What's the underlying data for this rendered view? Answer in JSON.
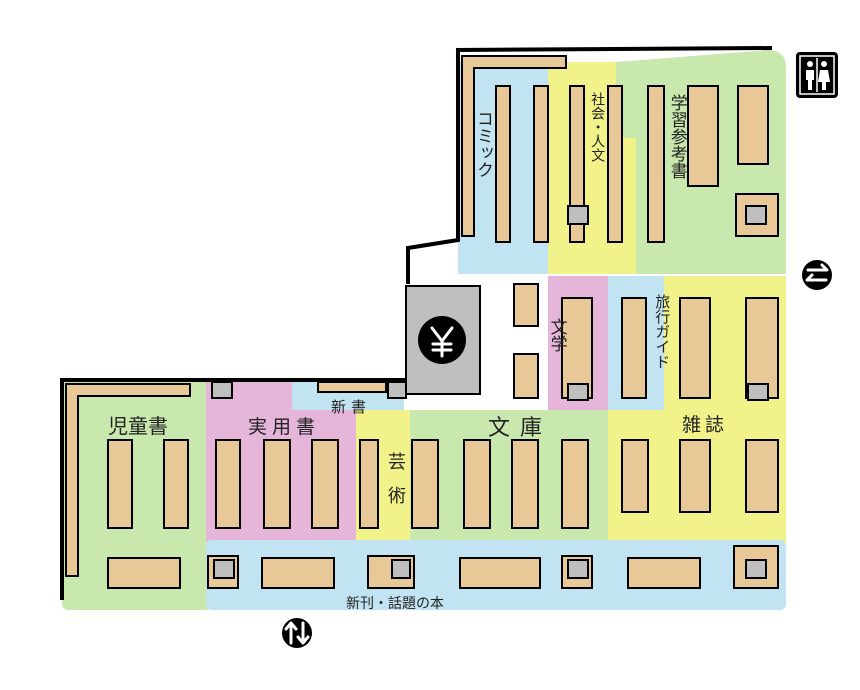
{
  "sections": {
    "comic": "コミック",
    "social_humanities": "社会・人文",
    "study_reference": "学習参考書",
    "literature": "文学",
    "travel_guide": "旅行ガイド",
    "children_books": "児童書",
    "practical_books": "実用書",
    "shinsho": "新書",
    "bunko": "文庫",
    "arts": "芸術",
    "magazines": "雑誌",
    "new_releases": "新刊・話題の本"
  },
  "icons": {
    "cashier": "yen-icon",
    "restroom": "restroom-icon",
    "transfer": "transfer-arrows-icon",
    "escalator": "up-down-arrows-icon"
  },
  "colors": {
    "comic": "#c2e4f2",
    "social_humanities": "#f2f28a",
    "study_reference": "#c9e8ad",
    "literature": "#e6b6da",
    "travel_guide": "#c2e4f2",
    "children_books": "#c9e8ad",
    "practical_books": "#e6b6da",
    "shinsho": "#c2e4f2",
    "bunko": "#c9e8ad",
    "arts": "#f2f28a",
    "magazines": "#f2f28a",
    "new_releases": "#c2e4f2",
    "shelf": "#e8c896",
    "pillar": "#bfbfbf",
    "wall": "#000000"
  }
}
